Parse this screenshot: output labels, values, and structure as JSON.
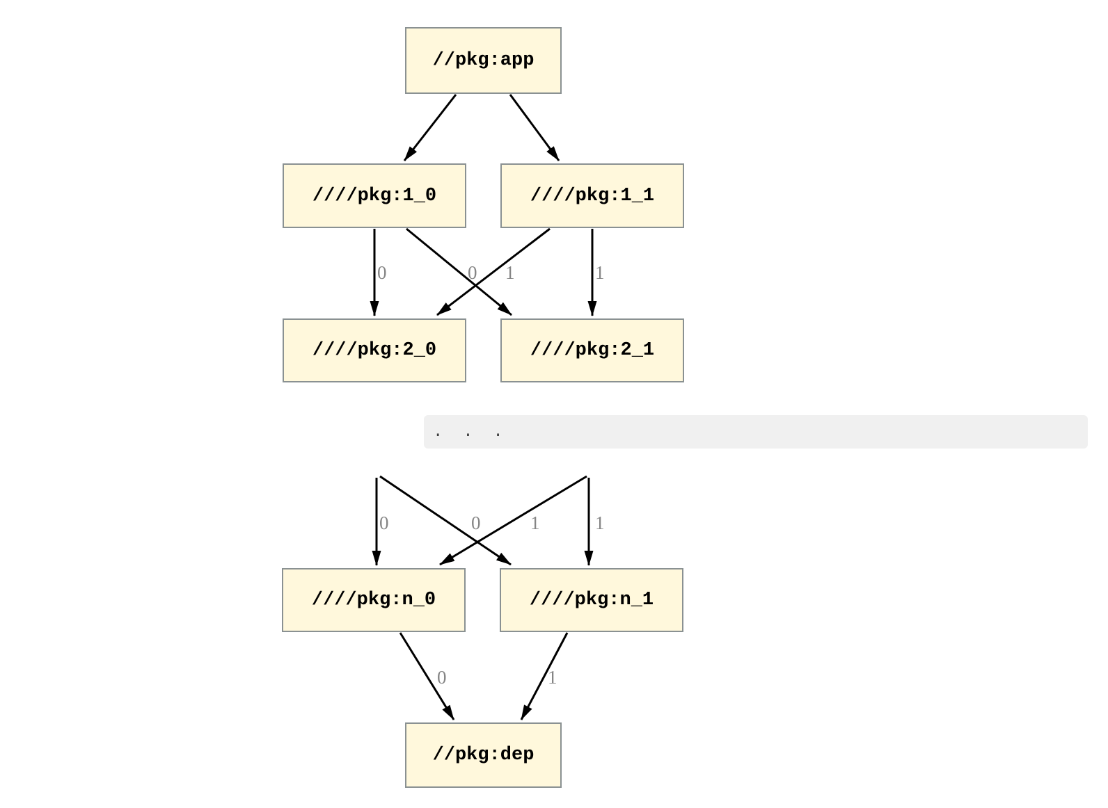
{
  "colors": {
    "node_fill": "#fff8dc",
    "node_border": "#8a9192",
    "edge": "#000000",
    "edge_label": "#858585",
    "separator_bg": "#f0f0f0",
    "separator_text": "#3f3f3f",
    "node_text": "#000000"
  },
  "graph_top": {
    "nodes": [
      {
        "label": "//pkg:app"
      },
      {
        "label": "////pkg:1_0"
      },
      {
        "label": "////pkg:1_1"
      },
      {
        "label": "////pkg:2_0"
      },
      {
        "label": "////pkg:2_1"
      }
    ],
    "edges": [
      {
        "from": "//pkg:app",
        "to": "////pkg:1_0",
        "label": ""
      },
      {
        "from": "//pkg:app",
        "to": "////pkg:1_1",
        "label": ""
      },
      {
        "from": "////pkg:1_0",
        "to": "////pkg:2_0",
        "label": "0"
      },
      {
        "from": "////pkg:1_1",
        "to": "////pkg:2_0",
        "label": "0"
      },
      {
        "from": "////pkg:1_0",
        "to": "////pkg:2_1",
        "label": "1"
      },
      {
        "from": "////pkg:1_1",
        "to": "////pkg:2_1",
        "label": "1"
      }
    ]
  },
  "separator": {
    "text": ".  .  ."
  },
  "graph_bottom": {
    "nodes": [
      {
        "label": "////pkg:n_0"
      },
      {
        "label": "////pkg:n_1"
      },
      {
        "label": "//pkg:dep"
      }
    ],
    "edges": [
      {
        "from": "...",
        "to": "////pkg:n_0",
        "label": "0"
      },
      {
        "from": "...",
        "to": "////pkg:n_1",
        "label": "1"
      },
      {
        "from": "...",
        "to": "////pkg:n_0",
        "label": "0"
      },
      {
        "from": "...",
        "to": "////pkg:n_1",
        "label": "1"
      },
      {
        "from": "////pkg:n_0",
        "to": "//pkg:dep",
        "label": "0"
      },
      {
        "from": "////pkg:n_1",
        "to": "//pkg:dep",
        "label": "1"
      }
    ]
  }
}
